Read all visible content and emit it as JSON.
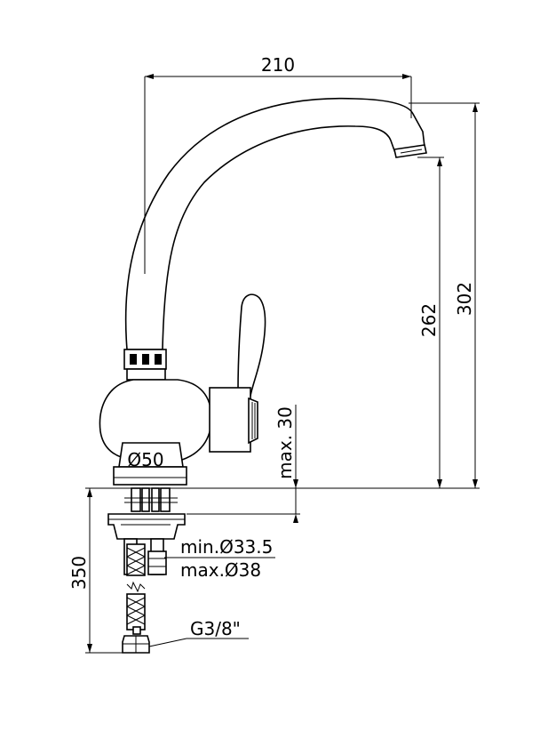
{
  "dimensions": {
    "spout_reach": "210",
    "total_height": "302",
    "spout_height": "262",
    "max_thickness": "max. 30",
    "base_diameter": "Ø50",
    "hole_min": "min.Ø33.5",
    "hole_max": "max.Ø38",
    "hose_length": "350",
    "connection": "G3/8\""
  }
}
